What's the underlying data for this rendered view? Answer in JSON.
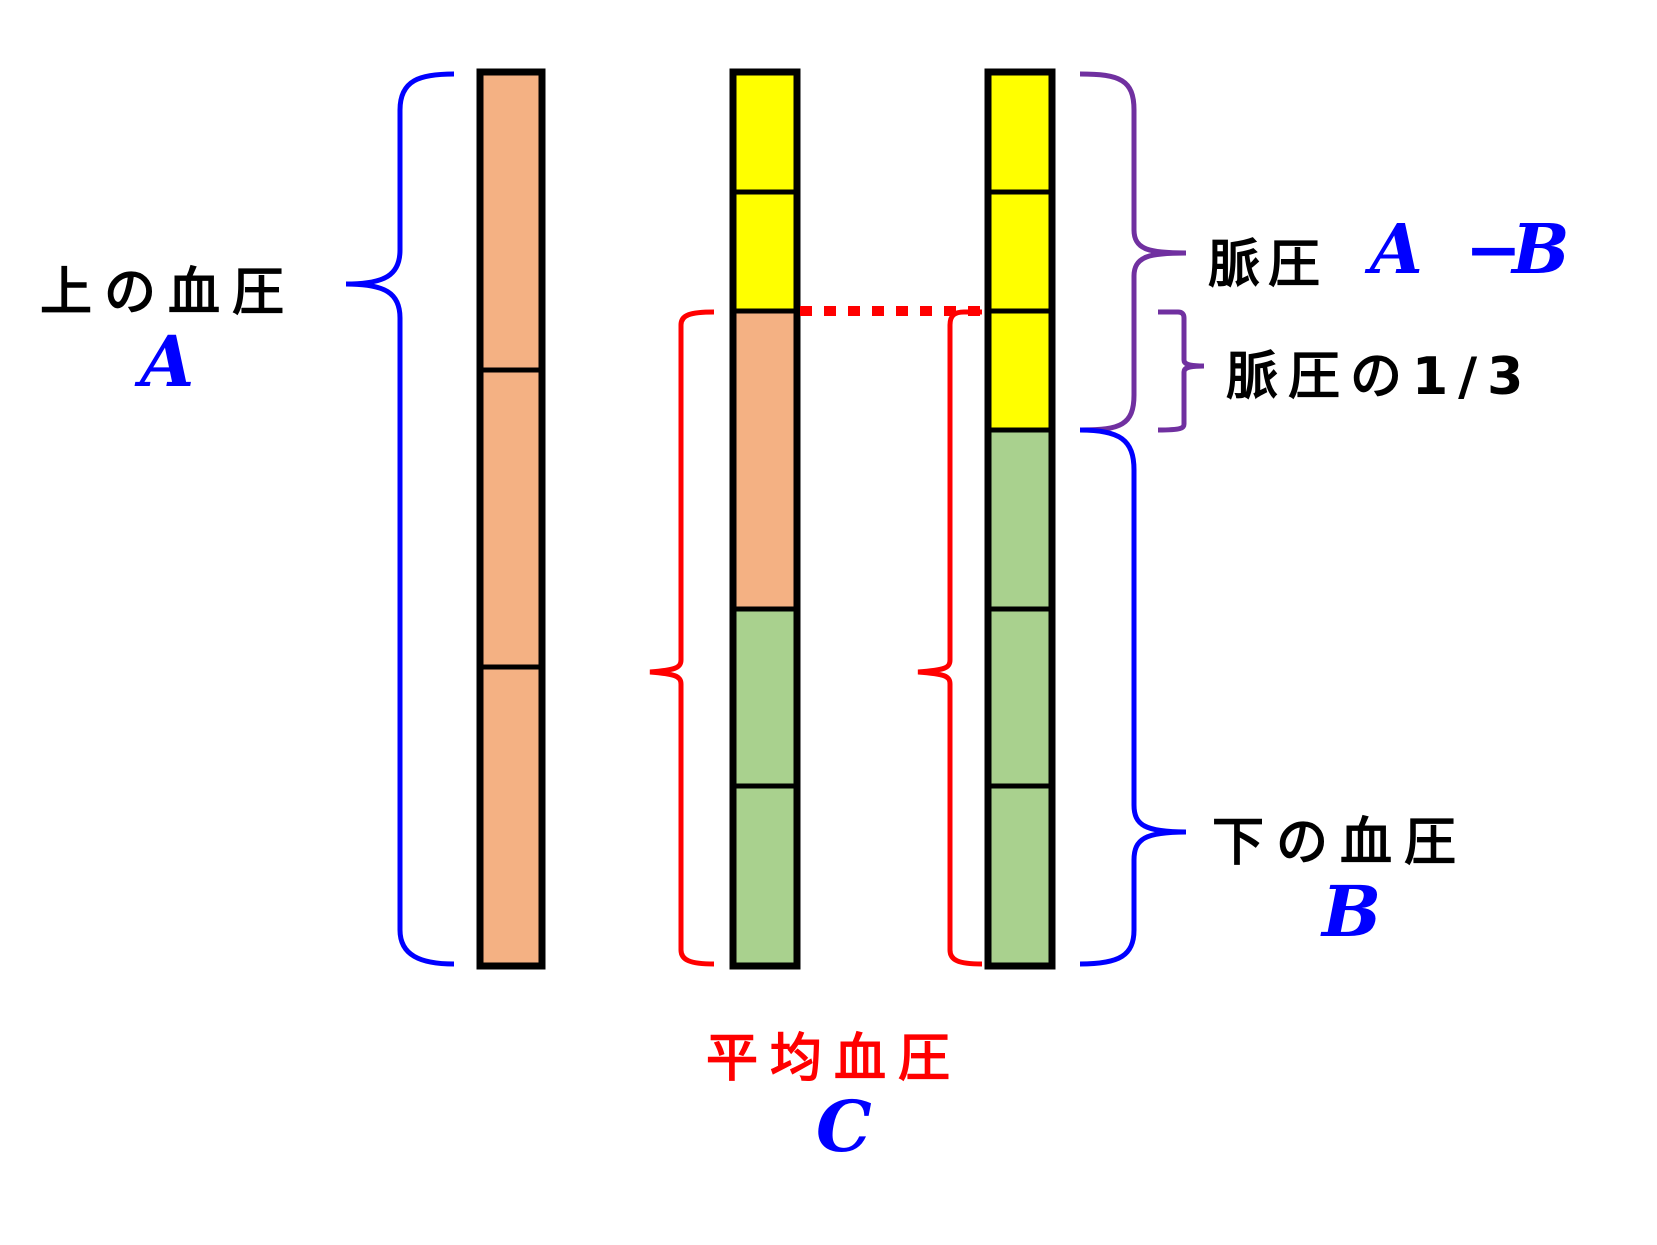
{
  "colors": {
    "systolic_fill": "#f4b183",
    "pulse_fill": "#ffff00",
    "diastolic_fill": "#a9d18e",
    "outline": "#000000",
    "blue_brace": "#0000ff",
    "red_brace": "#ff0000",
    "purple_brace": "#7030a0",
    "variable_text": "#0000ff",
    "mean_label_text": "#ff0000"
  },
  "columns": [
    {
      "name": "systolic-column",
      "segments": [
        "systolic",
        "systolic",
        "systolic"
      ]
    },
    {
      "name": "mean-column",
      "segments": [
        "pulse",
        "pulse",
        "systolic",
        "diastolic",
        "diastolic"
      ],
      "units": [
        1,
        1,
        2.5,
        1.5,
        1.5
      ]
    },
    {
      "name": "pressure-breakdown-column",
      "segments": [
        "pulse",
        "pulse",
        "pulse",
        "diastolic",
        "diastolic",
        "diastolic"
      ]
    }
  ],
  "labels": {
    "systolic": {
      "text": "上の血圧",
      "var": "A"
    },
    "diastolic": {
      "text": "下の血圧",
      "var": "B"
    },
    "pulse_pressure": {
      "text": "脈圧",
      "expr_a": "A",
      "expr_minus": "−",
      "expr_b": "B"
    },
    "pulse_third": {
      "text": "脈圧の1/3"
    },
    "mean": {
      "text": "平均血圧",
      "var": "C"
    }
  }
}
